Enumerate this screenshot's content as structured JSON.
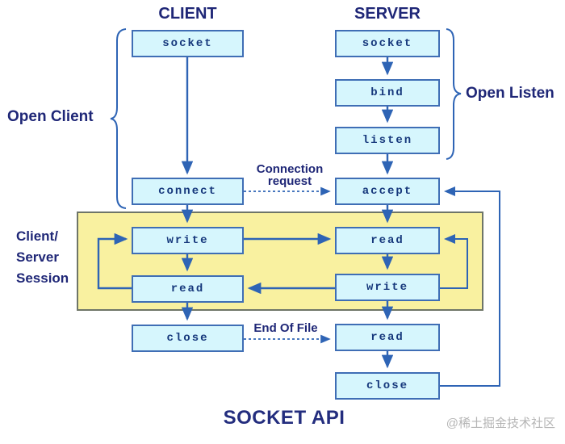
{
  "title": "SOCKET API",
  "watermark": "@稀土掘金技术社区",
  "columns": {
    "client": {
      "title": "CLIENT",
      "steps": {
        "socket": "socket",
        "connect": "connect",
        "write": "write",
        "read": "read",
        "close": "close"
      }
    },
    "server": {
      "title": "SERVER",
      "steps": {
        "socket": "socket",
        "bind": "bind",
        "listen": "listen",
        "accept": "accept",
        "read": "read",
        "write": "write",
        "read_eof": "read",
        "close": "close"
      }
    }
  },
  "annotations": {
    "open_client": "Open Client",
    "open_listen": "Open Listen",
    "session_lines": [
      "Client/",
      "Server",
      "Session"
    ],
    "connection_request_lines": [
      "Connection",
      "request"
    ],
    "end_of_file": "End Of File"
  },
  "colors": {
    "box_fill": "#d6f6fd",
    "box_border": "#3f6eb5",
    "arrow": "#2e64b5",
    "label_navy": "#1f2777",
    "session_fill": "#f9f1a0",
    "session_border": "#6e7568",
    "watermark_gray": "#b5b5b5"
  }
}
